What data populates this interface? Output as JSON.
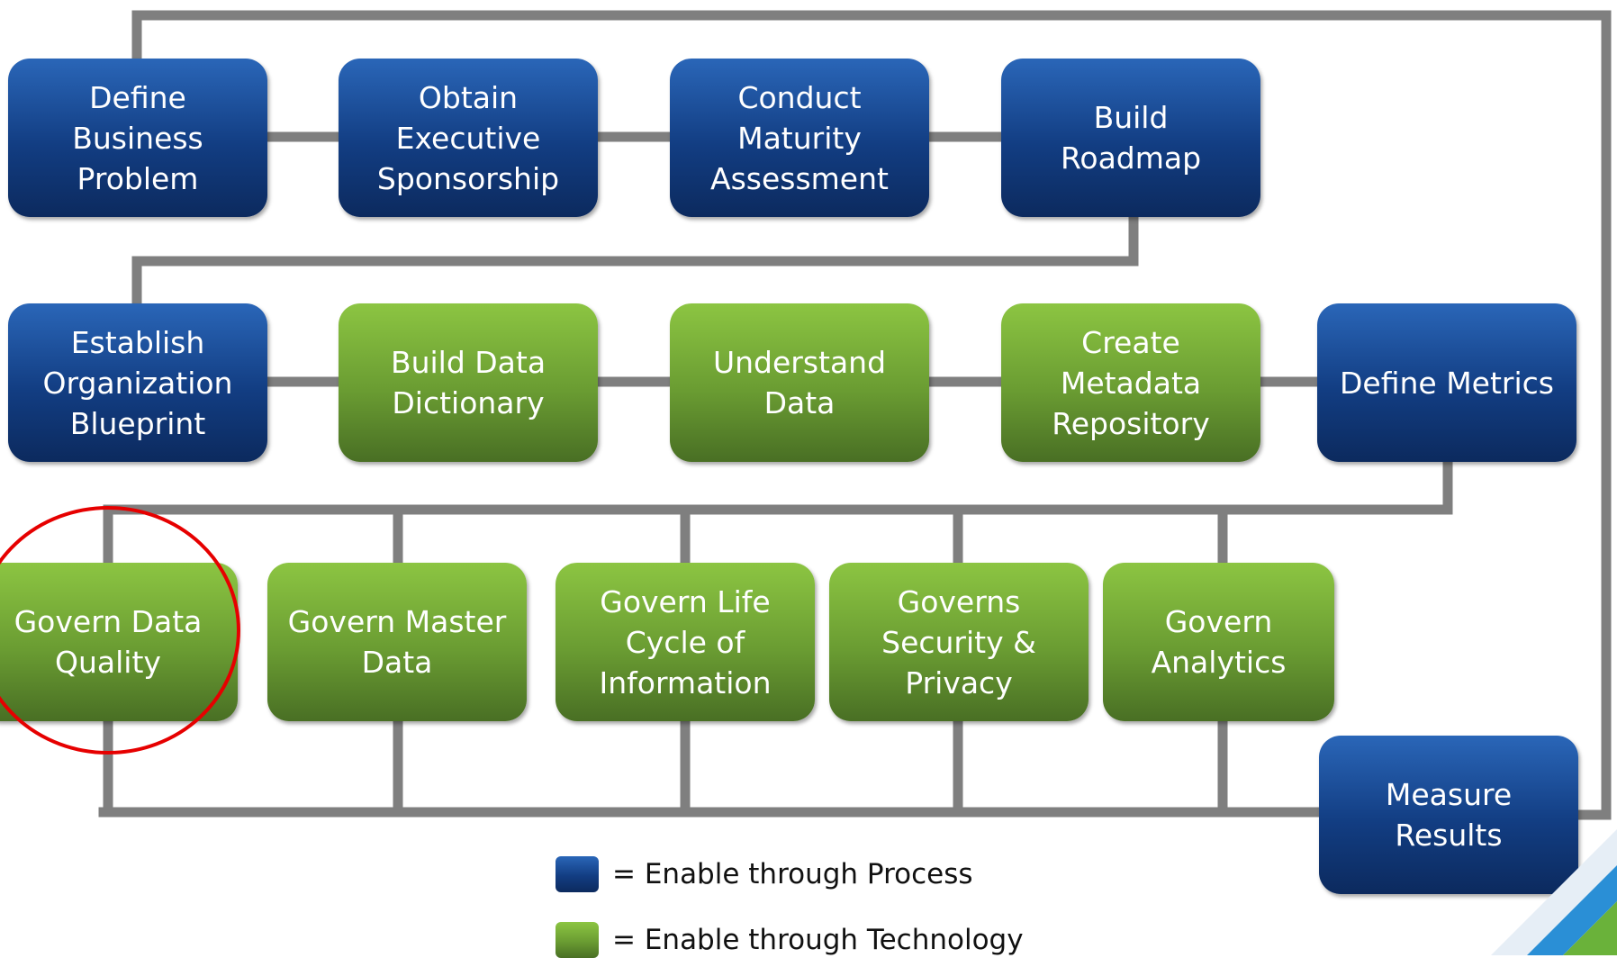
{
  "diagram": {
    "colors": {
      "process": "#123d82",
      "technology": "#6a9c32",
      "connector": "#7f7f7f",
      "highlight": "#e60000"
    },
    "highlighted_step": "Govern Data Quality",
    "steps": [
      {
        "id": "define-business-problem",
        "label": "Define\nBusiness\nProblem",
        "kind": "process"
      },
      {
        "id": "obtain-executive-sponsorship",
        "label": "Obtain\nExecutive\nSponsorship",
        "kind": "process"
      },
      {
        "id": "conduct-maturity-assessment",
        "label": "Conduct\nMaturity\nAssessment",
        "kind": "process"
      },
      {
        "id": "build-roadmap",
        "label": "Build\nRoadmap",
        "kind": "process"
      },
      {
        "id": "establish-organization-blueprint",
        "label": "Establish\nOrganization\nBlueprint",
        "kind": "process"
      },
      {
        "id": "build-data-dictionary",
        "label": "Build Data\nDictionary",
        "kind": "technology"
      },
      {
        "id": "understand-data",
        "label": "Understand\nData",
        "kind": "technology"
      },
      {
        "id": "create-metadata-repository",
        "label": "Create\nMetadata\nRepository",
        "kind": "technology"
      },
      {
        "id": "define-metrics",
        "label": "Define Metrics",
        "kind": "process"
      },
      {
        "id": "govern-data-quality",
        "label": "Govern Data\nQuality",
        "kind": "technology"
      },
      {
        "id": "govern-master-data",
        "label": "Govern Master\nData",
        "kind": "technology"
      },
      {
        "id": "govern-life-cycle",
        "label": "Govern Life\nCycle of\nInformation",
        "kind": "technology"
      },
      {
        "id": "governs-security-privacy",
        "label": "Governs\nSecurity &\nPrivacy",
        "kind": "technology"
      },
      {
        "id": "govern-analytics",
        "label": "Govern\nAnalytics",
        "kind": "technology"
      },
      {
        "id": "measure-results",
        "label": "Measure\nResults",
        "kind": "process"
      }
    ]
  },
  "legend": {
    "process_label": "= Enable through Process",
    "technology_label": "= Enable through Technology"
  }
}
